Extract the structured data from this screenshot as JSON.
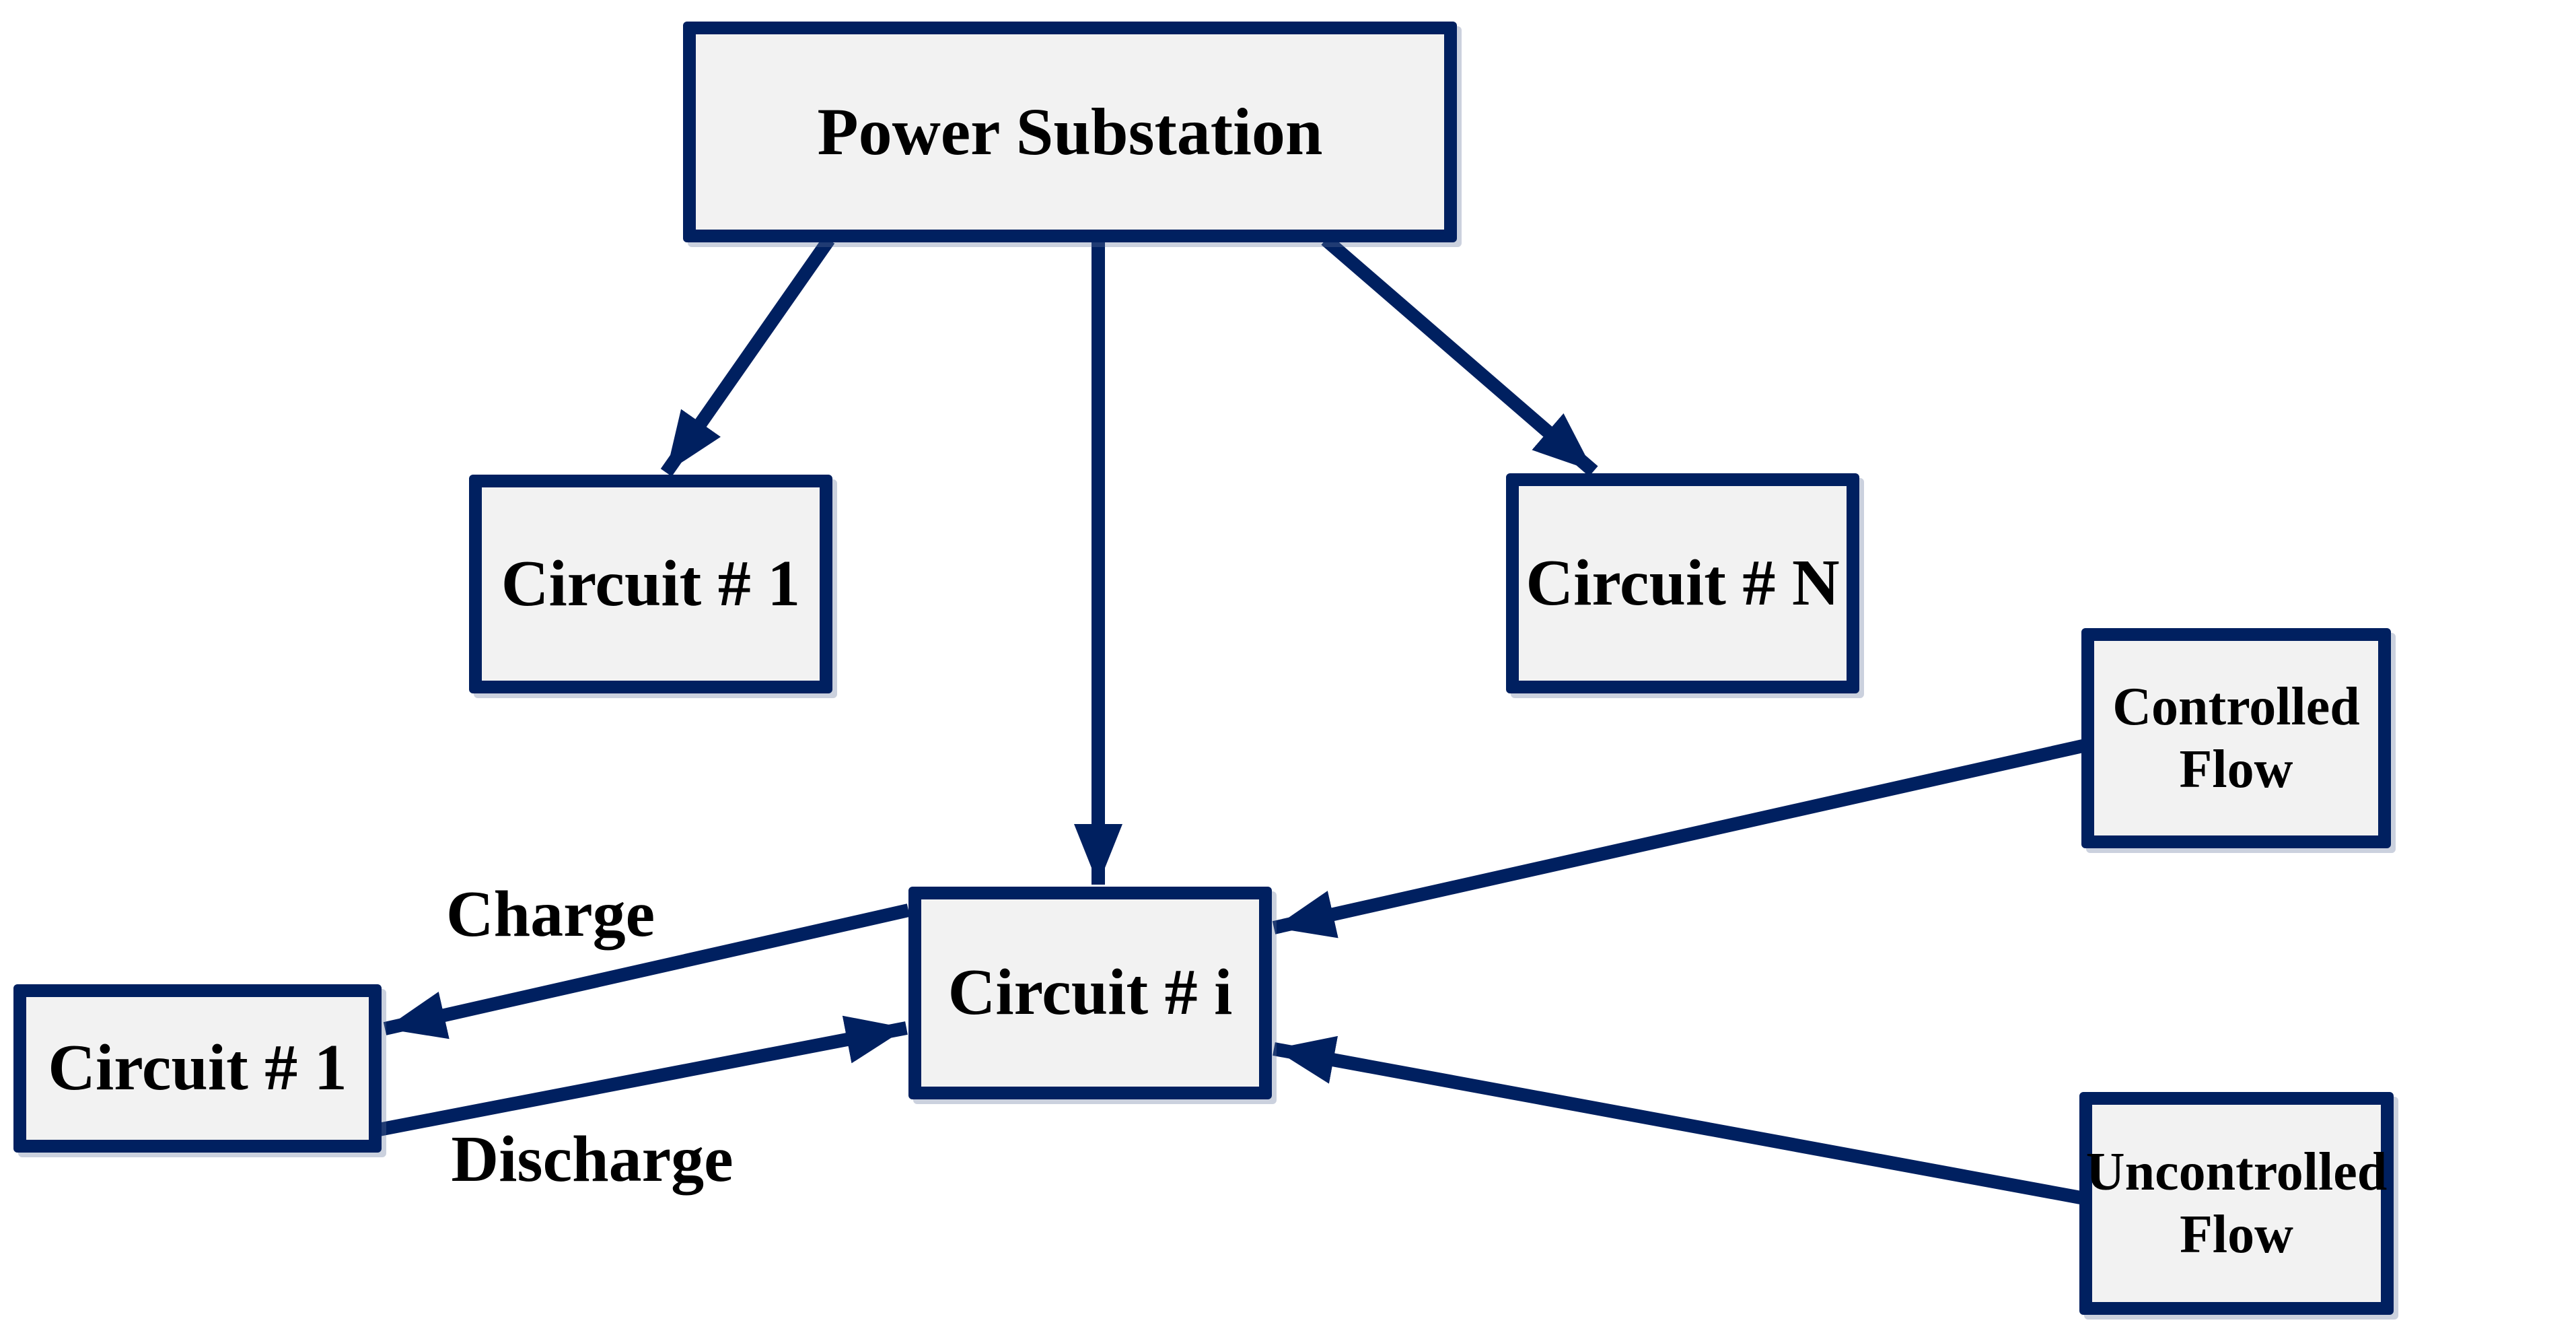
{
  "diagram": {
    "colors": {
      "accent": "#002060",
      "node_fill": "#f2f2f2",
      "text": "#000000",
      "background": "#ffffff"
    },
    "nodes": [
      {
        "id": "power-substation",
        "label": "Power Substation"
      },
      {
        "id": "circuit-1-top",
        "label": "Circuit # 1"
      },
      {
        "id": "circuit-n",
        "label": "Circuit # N"
      },
      {
        "id": "circuit-i",
        "label": "Circuit # i"
      },
      {
        "id": "circuit-1-bottom",
        "label": "Circuit # 1"
      },
      {
        "id": "controlled-flow",
        "label": "Controlled Flow"
      },
      {
        "id": "uncontrolled-flow",
        "label": "Uncontrolled Flow"
      }
    ],
    "edge_labels": [
      {
        "id": "charge",
        "label": "Charge"
      },
      {
        "id": "discharge",
        "label": "Discharge"
      }
    ],
    "edges": [
      {
        "from": "power-substation",
        "to": "circuit-1-top"
      },
      {
        "from": "power-substation",
        "to": "circuit-n"
      },
      {
        "from": "power-substation",
        "to": "circuit-i"
      },
      {
        "from": "circuit-i",
        "to": "circuit-1-bottom",
        "label": "Charge"
      },
      {
        "from": "circuit-1-bottom",
        "to": "circuit-i",
        "label": "Discharge"
      },
      {
        "from": "controlled-flow",
        "to": "circuit-i"
      },
      {
        "from": "uncontrolled-flow",
        "to": "circuit-i"
      }
    ]
  }
}
